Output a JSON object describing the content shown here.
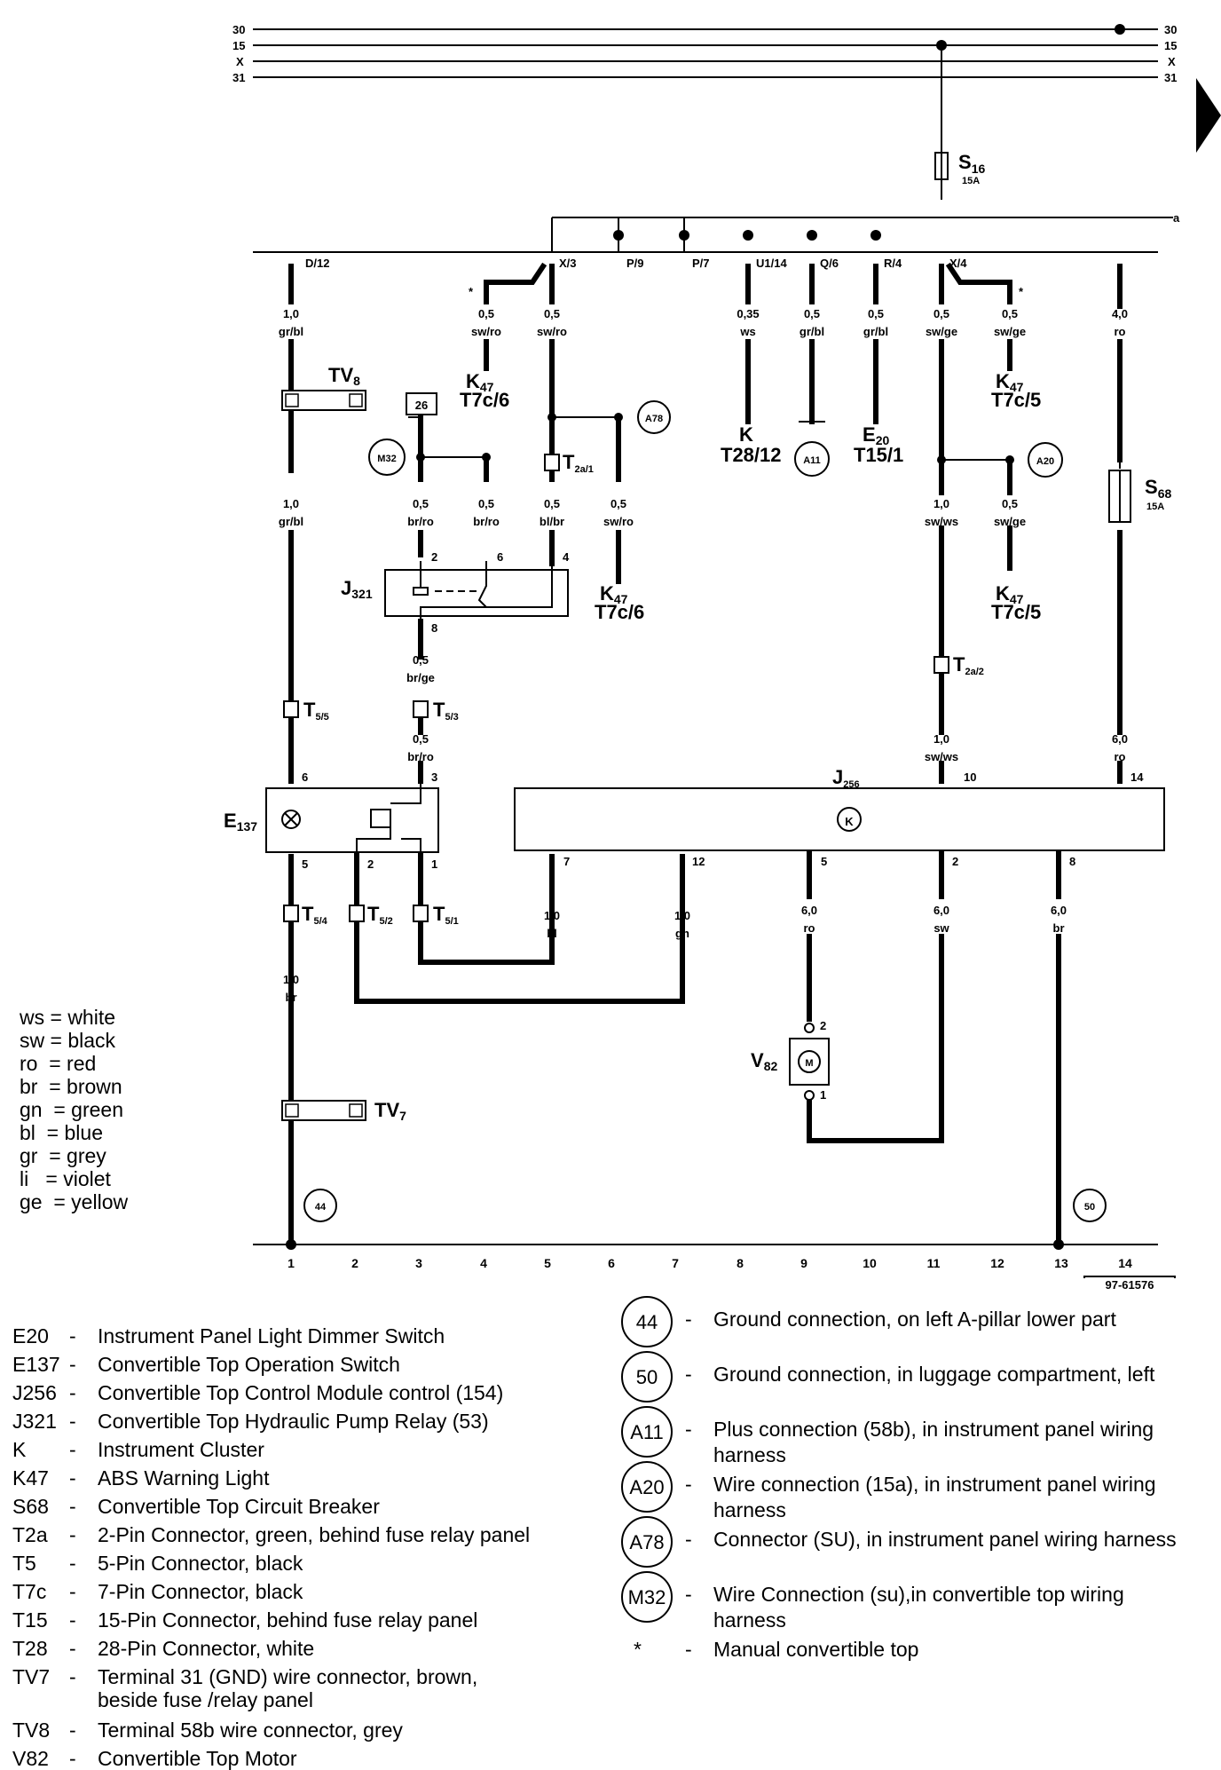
{
  "bus_labels": [
    "30",
    "15",
    "X",
    "31"
  ],
  "bus_right_letter": "a",
  "terminals": [
    {
      "id": "t-d12",
      "label": "D/12"
    },
    {
      "id": "t-x3",
      "label": "X/3"
    },
    {
      "id": "t-p9",
      "label": "P/9"
    },
    {
      "id": "t-p7",
      "label": "P/7"
    },
    {
      "id": "t-u114",
      "label": "U1/14"
    },
    {
      "id": "t-q6",
      "label": "Q/6"
    },
    {
      "id": "t-r4",
      "label": "R/4"
    },
    {
      "id": "t-x4",
      "label": "X/4"
    }
  ],
  "wire_specs": [
    {
      "size": "1,0",
      "color": "gr/bl"
    },
    {
      "size": "0,5",
      "color": "sw/ro"
    },
    {
      "size": "0,5",
      "color": "sw/ro"
    },
    {
      "size": "0,35",
      "color": "ws"
    },
    {
      "size": "0,5",
      "color": "gr/bl"
    },
    {
      "size": "0,5",
      "color": "gr/bl"
    },
    {
      "size": "0,5",
      "color": "sw/ge"
    },
    {
      "size": "0,5",
      "color": "sw/ge"
    },
    {
      "size": "4,0",
      "color": "ro"
    },
    {
      "size": "1,0",
      "color": "gr/bl"
    },
    {
      "size": "0,5",
      "color": "br/ro"
    },
    {
      "size": "0,5",
      "color": "br/ro"
    },
    {
      "size": "0,5",
      "color": "bl/br"
    },
    {
      "size": "0,5",
      "color": "sw/ro"
    },
    {
      "size": "1,0",
      "color": "sw/ws"
    },
    {
      "size": "0,5",
      "color": "sw/ge"
    },
    {
      "size": "0,5",
      "color": "br/ge"
    },
    {
      "size": "0,5",
      "color": "br/ro"
    },
    {
      "size": "1,0",
      "color": "sw/ws"
    },
    {
      "size": "6,0",
      "color": "ro"
    },
    {
      "size": "1,0",
      "color": "bl"
    },
    {
      "size": "1,0",
      "color": "gn"
    },
    {
      "size": "6,0",
      "color": "ro"
    },
    {
      "size": "6,0",
      "color": "sw"
    },
    {
      "size": "6,0",
      "color": "br"
    },
    {
      "size": "1,0",
      "color": "br"
    }
  ],
  "components": {
    "s16": {
      "name": "S",
      "sub": "16",
      "rating": "15A"
    },
    "s68": {
      "name": "S",
      "sub": "68",
      "rating": "15A"
    },
    "tv8": {
      "name": "TV",
      "sub": "8"
    },
    "tv7": {
      "name": "TV",
      "sub": "7"
    },
    "j321": {
      "name": "J",
      "sub": "321"
    },
    "j256": {
      "name": "J",
      "sub": "256",
      "symbol": "K"
    },
    "e137": {
      "name": "E",
      "sub": "137"
    },
    "v82": {
      "name": "V",
      "sub": "82",
      "symbol": "M"
    },
    "k47a": {
      "name": "K",
      "sub": "47",
      "ref": "T7c/6"
    },
    "k47b": {
      "name": "K",
      "sub": "47",
      "ref": "T7c/5"
    },
    "k47c": {
      "name": "K",
      "sub": "47",
      "ref": "T7c/6"
    },
    "k47d": {
      "name": "K",
      "sub": "47",
      "ref": "T7c/5"
    },
    "k": {
      "name": "K",
      "ref": "T28/12"
    },
    "e20": {
      "name": "E",
      "sub": "20",
      "ref": "T15/1"
    },
    "box26": "26"
  },
  "connectors": {
    "t2a1": {
      "name": "T",
      "sub": "2a/1"
    },
    "t2a2": {
      "name": "T",
      "sub": "2a/2"
    },
    "t55": {
      "name": "T",
      "sub": "5/5"
    },
    "t53": {
      "name": "T",
      "sub": "5/3"
    },
    "t54": {
      "name": "T",
      "sub": "5/4"
    },
    "t52": {
      "name": "T",
      "sub": "5/2"
    },
    "t51": {
      "name": "T",
      "sub": "5/1"
    }
  },
  "pins": {
    "j321": [
      "2",
      "6",
      "4",
      "8"
    ],
    "e137": [
      "6",
      "3",
      "5",
      "2",
      "1"
    ],
    "j256": [
      "10",
      "14",
      "7",
      "12",
      "5",
      "2",
      "8"
    ],
    "v82": [
      "2",
      "1"
    ]
  },
  "circle_refs": [
    "A78",
    "M32",
    "A11",
    "A20",
    "44",
    "50"
  ],
  "asterisk": "*",
  "column_numbers": [
    "1",
    "2",
    "3",
    "4",
    "5",
    "6",
    "7",
    "8",
    "9",
    "10",
    "11",
    "12",
    "13",
    "14"
  ],
  "figure_id": "97-61576",
  "color_key": [
    "ws = white",
    "sw = black",
    "ro  = red",
    "br  = brown",
    "gn  = green",
    "bl  = blue",
    "gr  = grey",
    "li   = violet",
    "ge  = yellow"
  ],
  "legend_left": [
    {
      "code": "E20",
      "dash": "-",
      "desc": "Instrument Panel Light Dimmer Switch"
    },
    {
      "code": "E137",
      "dash": "-",
      "desc": "Convertible Top Operation Switch"
    },
    {
      "code": "J256",
      "dash": "-",
      "desc": "Convertible Top Control Module control  (154)"
    },
    {
      "code": "J321",
      "dash": "-",
      "desc": "Convertible Top Hydraulic Pump Relay (53)"
    },
    {
      "code": "K",
      "dash": "-",
      "desc": "Instrument Cluster"
    },
    {
      "code": "K47",
      "dash": "-",
      "desc": "ABS Warning Light"
    },
    {
      "code": "S68",
      "dash": "-",
      "desc": "Convertible Top Circuit Breaker"
    },
    {
      "code": "T2a",
      "dash": "-",
      "desc": "2-Pin Connector, green, behind fuse relay panel"
    },
    {
      "code": "T5",
      "dash": "-",
      "desc": "5-Pin Connector, black"
    },
    {
      "code": "T7c",
      "dash": "-",
      "desc": "7-Pin Connector, black"
    },
    {
      "code": "T15",
      "dash": "-",
      "desc": "15-Pin Connector, behind fuse relay panel"
    },
    {
      "code": "T28",
      "dash": "-",
      "desc": "28-Pin Connector, white"
    },
    {
      "code": "TV7",
      "dash": "-",
      "desc": "Terminal 31 (GND) wire connector, brown, beside fuse /relay panel"
    },
    {
      "code": "TV8",
      "dash": "-",
      "desc": "Terminal 58b wire connector, grey"
    },
    {
      "code": "V82",
      "dash": "-",
      "desc": "Convertible Top Motor"
    }
  ],
  "legend_right": [
    {
      "symbol": "44",
      "dash": "-",
      "desc": "Ground connection, on left A-pillar lower part"
    },
    {
      "symbol": "50",
      "dash": "-",
      "desc": "Ground connection, in luggage compartment, left"
    },
    {
      "symbol": "A11",
      "dash": "-",
      "desc": "Plus connection (58b), in instrument panel wiring harness"
    },
    {
      "symbol": "A20",
      "dash": "-",
      "desc": "Wire connection (15a), in instrument panel wiring harness"
    },
    {
      "symbol": "A78",
      "dash": "-",
      "desc": "Connector (SU), in instrument panel wiring harness"
    },
    {
      "symbol": "M32",
      "dash": "-",
      "desc": "Wire Connection (su),in convertible top wiring harness"
    },
    {
      "symbol": "*",
      "dash": "-",
      "desc": "Manual convertible top"
    }
  ]
}
